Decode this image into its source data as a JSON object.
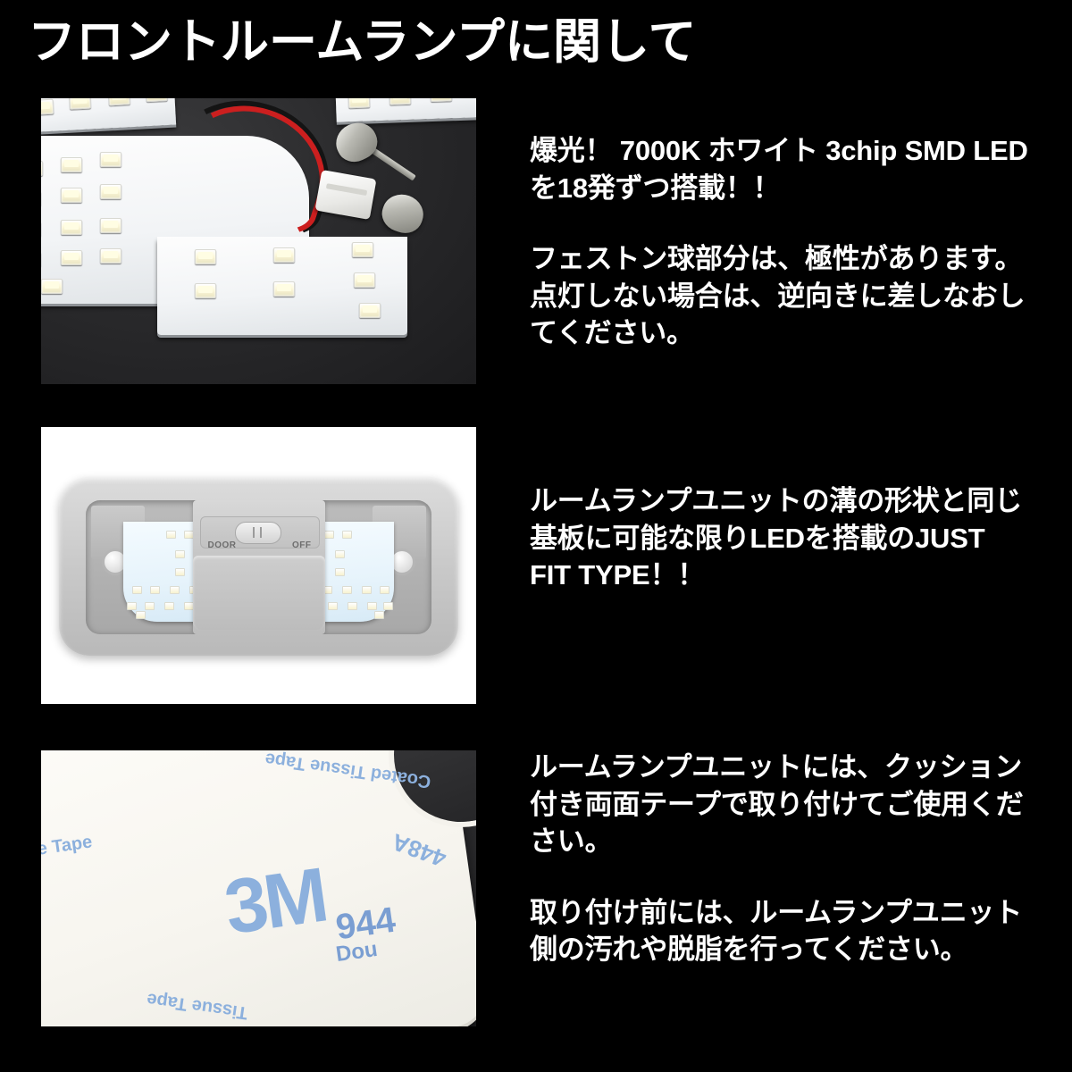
{
  "page": {
    "title": "フロントルームランプに関して",
    "background_color": "#000000",
    "text_color": "#ffffff"
  },
  "photos": [
    {
      "name": "led-panel-photo",
      "caption_key": "led_panel",
      "description": "白色LED基板と赤黒配線・フェストン球アダプター",
      "background_color": "#2a2a2c"
    },
    {
      "name": "room-lamp-unit-photo",
      "caption_key": "lamp_unit",
      "description": "グレーのルームランプユニットにLED基板を装着",
      "background_color": "#ffffff",
      "switch": {
        "left_label": "DOOR",
        "right_label": "OFF"
      }
    },
    {
      "name": "double-sided-tape-photo",
      "caption_key": "tape",
      "description": "3M 両面テープ",
      "background_color": "#2c2c2e",
      "markings": {
        "brand": "3M",
        "number": "944",
        "double": "Dou",
        "edge_top": "Coated Tissue Tape",
        "edge_left": "le Tape",
        "edge_bottom": "Tissue Tape",
        "code": "448A"
      }
    }
  ],
  "text_blocks": [
    {
      "name": "spec-block",
      "paragraphs": [
        "爆光！ 7000K ホワイト 3chip SMD LEDを18発ずつ搭載！！",
        "フェストン球部分は、極性があります。点灯しない場合は、逆向きに差しなおしてください。"
      ]
    },
    {
      "name": "fitment-block",
      "paragraphs": [
        "ルームランプユニットの溝の形状と同じ基板に可能な限りLEDを搭載のJUST FIT TYPE！！"
      ]
    },
    {
      "name": "installation-block",
      "paragraphs": [
        "ルームランプユニットには、クッション付き両面テープで取り付けてご使用ください。",
        "取り付け前には、ルームランプユニット側の汚れや脱脂を行ってください。"
      ]
    }
  ]
}
